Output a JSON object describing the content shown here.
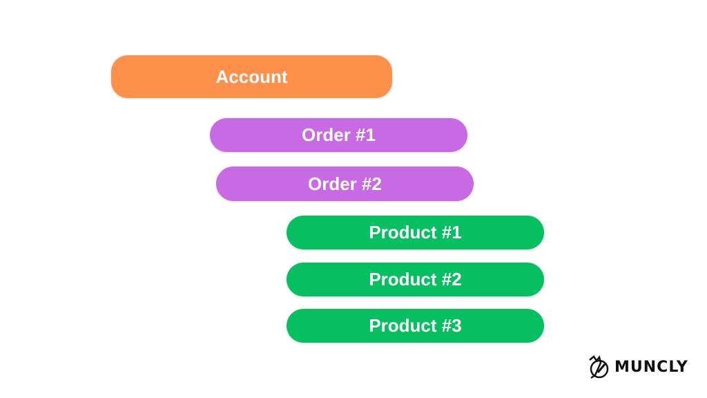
{
  "colors": {
    "account": "#fd914c",
    "order": "#c86ae3",
    "product": "#06bf60"
  },
  "nodes": {
    "account": "Account",
    "orders": [
      "Order #1",
      "Order #2"
    ],
    "products": [
      "Product #1",
      "Product #2",
      "Product #3"
    ]
  },
  "logo": {
    "text": "MUNCLY",
    "icon": "mascot-logo-icon"
  }
}
